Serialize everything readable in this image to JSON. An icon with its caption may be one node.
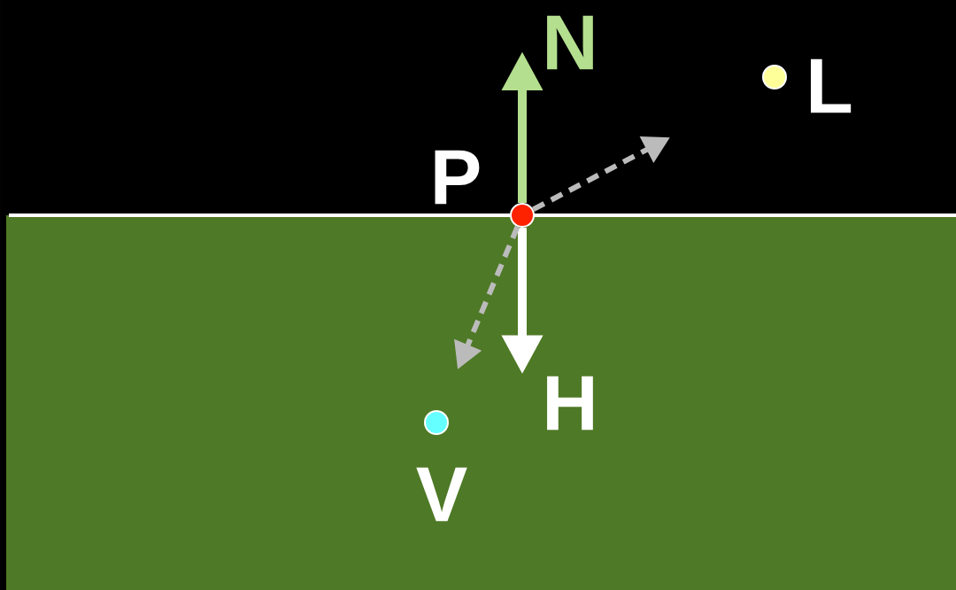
{
  "diagram": {
    "nodes": [
      {
        "text": [
          "P"
        ]
      },
      {
        "text": [
          "N"
        ]
      },
      {
        "text": [
          "L"
        ]
      },
      {
        "text": [
          "H"
        ]
      },
      {
        "text": [
          "V"
        ]
      }
    ],
    "edges": [
      {
        "from": 0,
        "to": 1,
        "arrow": "to",
        "color": "#b3df8e"
      },
      {
        "from": 0,
        "to": 3,
        "arrow": "to",
        "color": "#ffffff"
      },
      {
        "from": 0,
        "to": null,
        "arrow": "to",
        "style": "dashed",
        "color": "#bbbbbb"
      },
      {
        "from": 0,
        "to": null,
        "arrow": "to",
        "style": "dashed",
        "color": "#bbbbbb"
      }
    ]
  }
}
